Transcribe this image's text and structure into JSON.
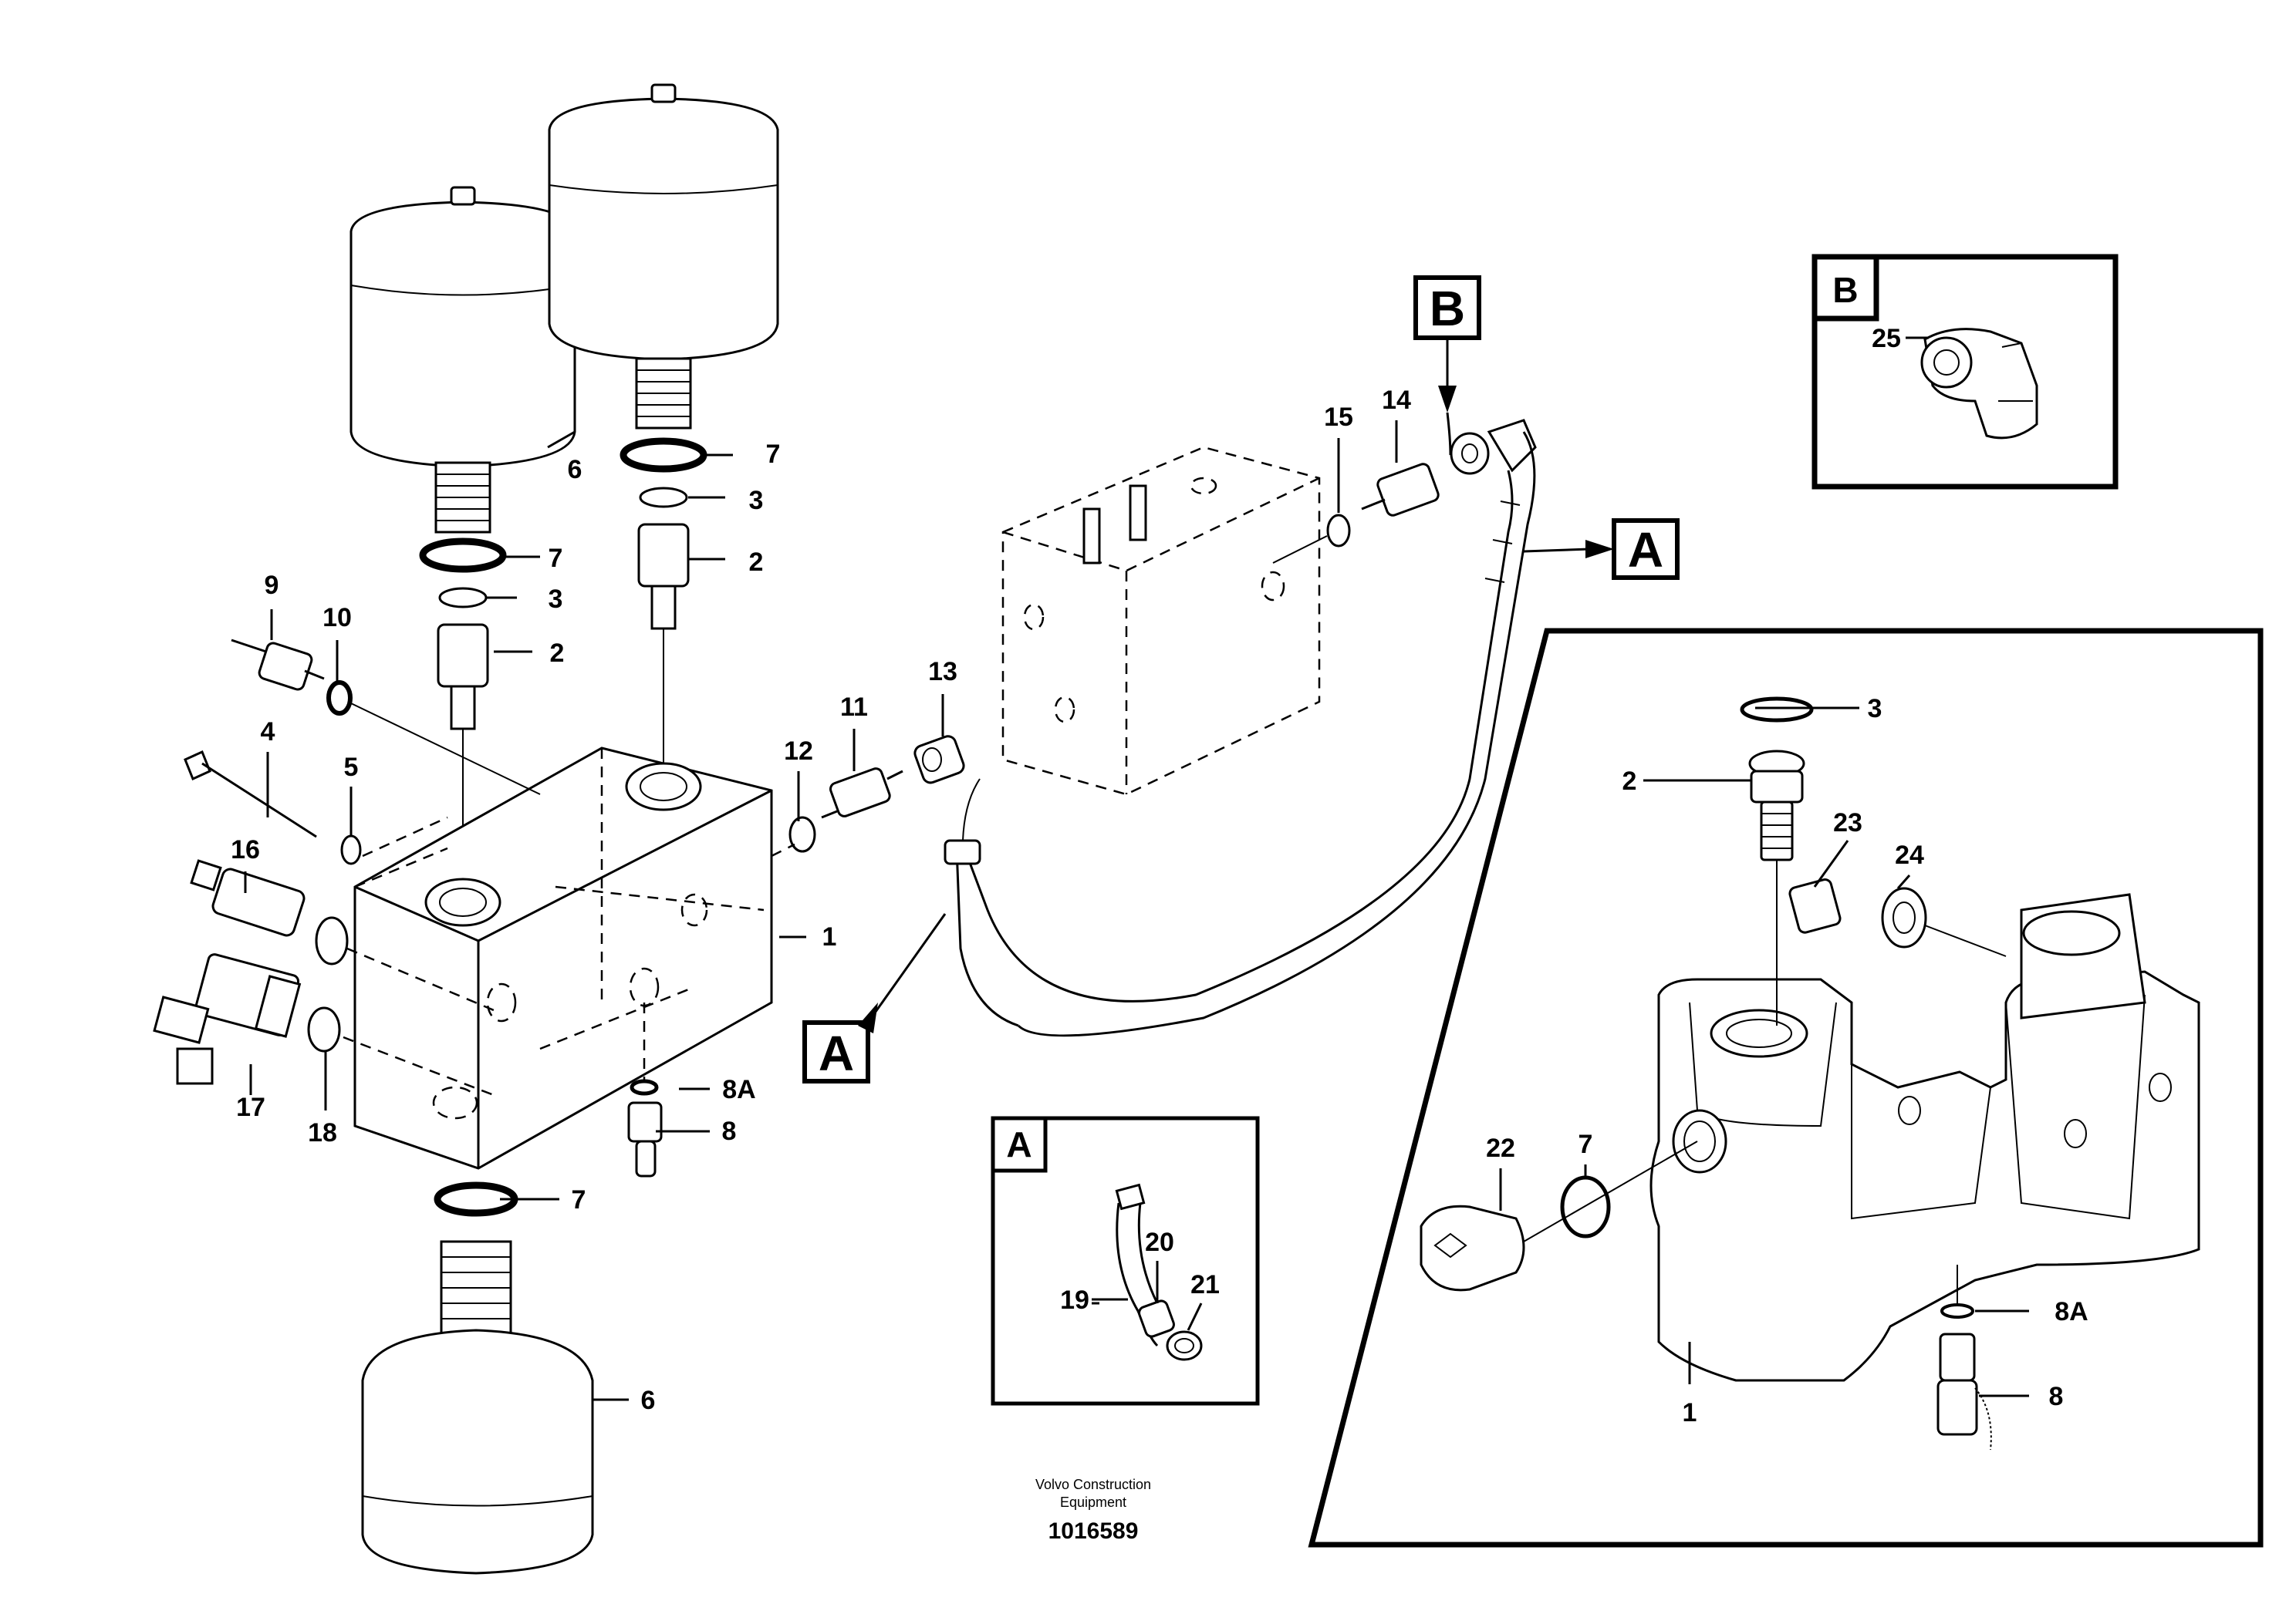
{
  "callouts": {
    "c1a": "1",
    "c1b": "1",
    "c2a": "2",
    "c2b": "2",
    "c2c": "2",
    "c3a": "3",
    "c3b": "3",
    "c3c": "3",
    "c4": "4",
    "c5": "5",
    "c6a": "6",
    "c6b": "6",
    "c7a": "7",
    "c7b": "7",
    "c7c": "7",
    "c7d": "7",
    "c8a": "8",
    "c8b": "8",
    "c8Aa": "8A",
    "c8Ab": "8A",
    "c9": "9",
    "c10": "10",
    "c11": "11",
    "c12": "12",
    "c13": "13",
    "c14": "14",
    "c15": "15",
    "c16": "16",
    "c17": "17",
    "c18": "18",
    "c19": "19",
    "c20": "20",
    "c21": "21",
    "c22": "22",
    "c23": "23",
    "c24": "24",
    "c25": "25"
  },
  "view_labels": {
    "a_left": "A",
    "a_right": "A",
    "b_top": "B",
    "inset_a": "A",
    "inset_b": "B"
  },
  "footer": {
    "company_line1": "Volvo Construction",
    "company_line2": "Equipment",
    "figure_number": "1016589"
  }
}
